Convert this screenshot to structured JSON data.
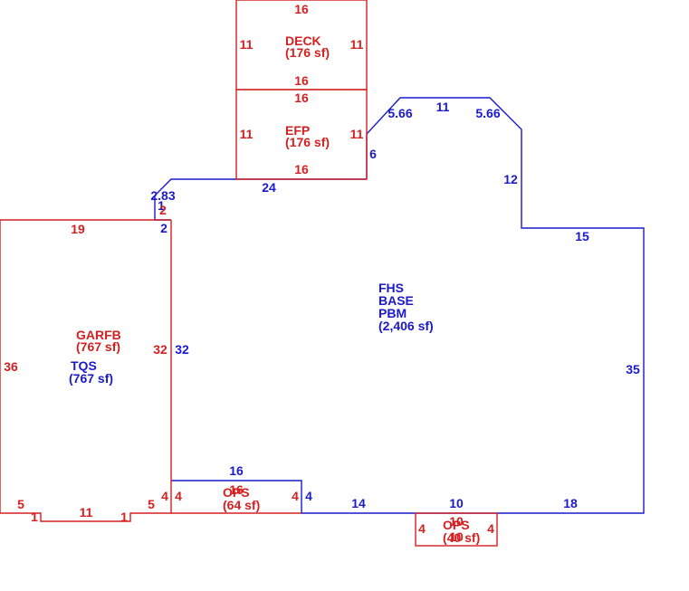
{
  "colors": {
    "main": "#1a1acc",
    "addition": "#d42020",
    "background": "#ffffff"
  },
  "areas": {
    "deck": {
      "code": "DECK",
      "area": "(176 sf)"
    },
    "efp": {
      "code": "EFP",
      "area": "(176 sf)"
    },
    "fhs": {
      "line1": "FHS",
      "line2": "BASE",
      "line3": "PBM",
      "area": "(2,406 sf)"
    },
    "garfb": {
      "code": "GARFB",
      "area": "(767 sf)"
    },
    "tqs": {
      "code": "TQS",
      "area": "(767 sf)"
    },
    "ops_left": {
      "code": "OPS",
      "area": "(64 sf)"
    },
    "ops_right": {
      "code": "OPS",
      "area": "(40 sf)"
    }
  },
  "dims": {
    "deck": {
      "top": "16",
      "left": "11",
      "right": "11",
      "bottom": "16"
    },
    "efp": {
      "top": "16",
      "left": "11",
      "right": "11",
      "bottom": "16"
    },
    "main": {
      "angle_left": "5.66",
      "top": "11",
      "angle_right": "5.66",
      "right_upper": "12",
      "step_top": "15",
      "right": "35",
      "bottom_right": "18",
      "bottom_mid": "10",
      "bottom_left": "14",
      "left_upper": "6",
      "top_left": "24",
      "corner": "2.83",
      "small_1": "1",
      "small_2": "2",
      "left_lower": "2",
      "left_wall": "32"
    },
    "garage": {
      "top": "19",
      "left": "36",
      "right": "32",
      "bottom_left": "5",
      "bottom_mid": "11",
      "bottom_right": "5",
      "notch_left": "1",
      "notch_right": "1",
      "stub_1": "4",
      "stub_2": "4"
    },
    "ops_left": {
      "top": "16",
      "inner": "16",
      "left": "4",
      "right": "4",
      "right_main": "4"
    },
    "ops_right": {
      "top": "10",
      "left": "4",
      "right": "4",
      "inner": "10"
    }
  }
}
